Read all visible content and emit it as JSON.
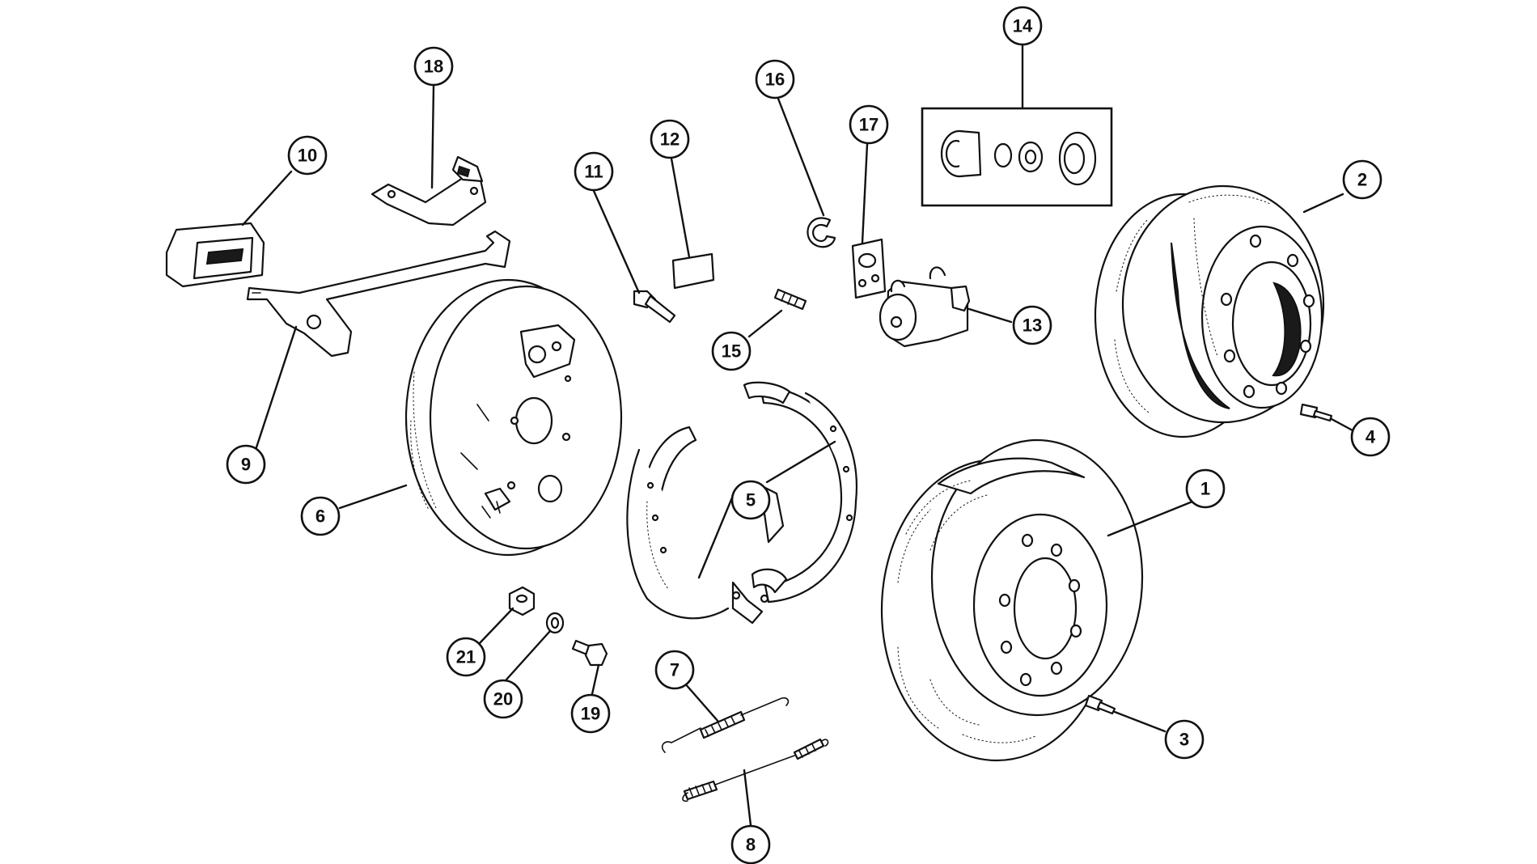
{
  "callouts": [
    {
      "id": "1",
      "label": "1"
    },
    {
      "id": "2",
      "label": "2"
    },
    {
      "id": "3",
      "label": "3"
    },
    {
      "id": "4",
      "label": "4"
    },
    {
      "id": "5",
      "label": "5"
    },
    {
      "id": "6",
      "label": "6"
    },
    {
      "id": "7",
      "label": "7"
    },
    {
      "id": "8",
      "label": "8"
    },
    {
      "id": "9",
      "label": "9"
    },
    {
      "id": "10",
      "label": "10"
    },
    {
      "id": "11",
      "label": "11"
    },
    {
      "id": "12",
      "label": "12"
    },
    {
      "id": "13",
      "label": "13"
    },
    {
      "id": "14",
      "label": "14"
    },
    {
      "id": "15",
      "label": "15"
    },
    {
      "id": "16",
      "label": "16"
    },
    {
      "id": "17",
      "label": "17"
    },
    {
      "id": "18",
      "label": "18"
    },
    {
      "id": "19",
      "label": "19"
    },
    {
      "id": "20",
      "label": "20"
    },
    {
      "id": "21",
      "label": "21"
    }
  ],
  "colors": {
    "ink": "#111111",
    "paper": "#ffffff"
  }
}
